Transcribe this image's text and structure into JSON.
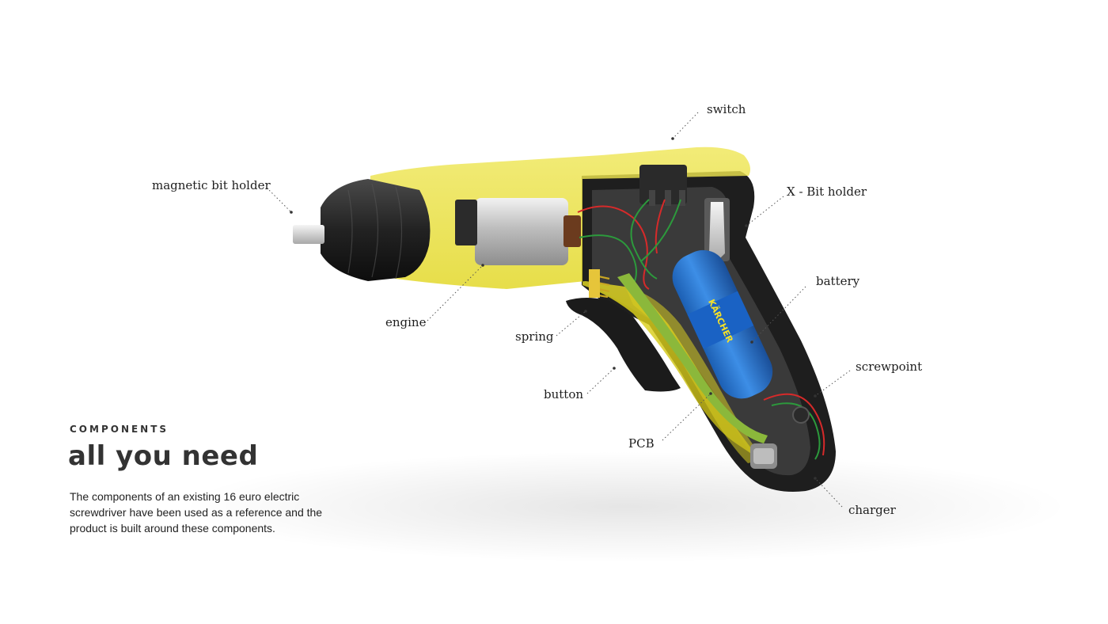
{
  "section": {
    "eyebrow": "COMPONENTS",
    "heading": "all you need",
    "body": "The components of an existing 16 euro electric screwdriver have been used as a reference and the product is built around these components."
  },
  "labels": {
    "switch": "switch",
    "magnetic_bit_holder": "magnetic bit holder",
    "x_bit_holder": "X - Bit holder",
    "battery": "battery",
    "engine": "engine",
    "spring": "spring",
    "screwpoint": "screwpoint",
    "button": "button",
    "pcb": "PCB",
    "charger": "charger"
  },
  "battery_brand": "KÄRCHER",
  "colors": {
    "housing_yellow": "#e2d81e",
    "housing_dark": "#1f1f1f",
    "battery_blue": "#2e7fd6",
    "pcb_green": "#8bb83b",
    "motor_silver": "#c9c9c9",
    "wire_red": "#d62a2a",
    "wire_green": "#2c9a3c"
  }
}
